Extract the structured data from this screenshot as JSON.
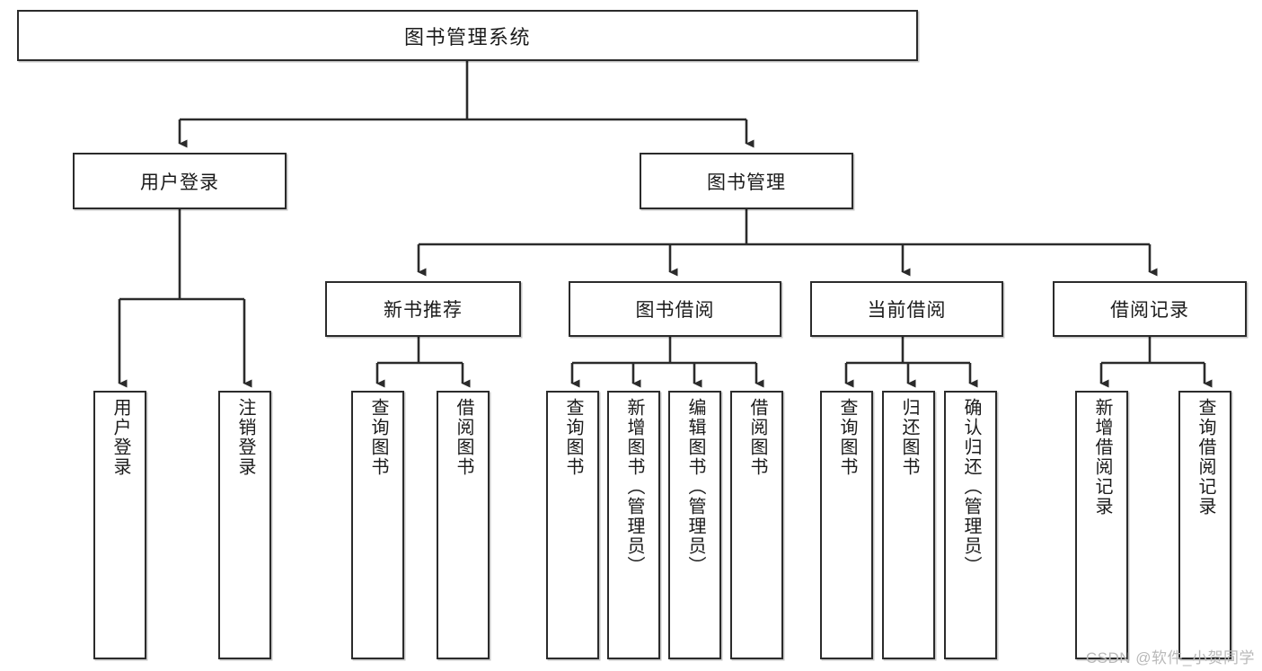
{
  "diagram": {
    "type": "tree",
    "title": "图书管理系统",
    "watermark": "CSDN @软件_小贺同学",
    "colors": {
      "stroke": "#2b2b2b",
      "fill": "#ffffff",
      "text": "#1b1b1b",
      "watermark": "#b9b9b9"
    },
    "root": {
      "label": "图书管理系统"
    },
    "level2": [
      {
        "id": "user-login",
        "label": "用户登录"
      },
      {
        "id": "book-management",
        "label": "图书管理"
      }
    ],
    "level3": [
      {
        "id": "new-book-recommend",
        "label": "新书推荐",
        "parent": "book-management"
      },
      {
        "id": "book-borrow",
        "label": "图书借阅",
        "parent": "book-management"
      },
      {
        "id": "current-borrow",
        "label": "当前借阅",
        "parent": "book-management"
      },
      {
        "id": "borrow-record",
        "label": "借阅记录",
        "parent": "book-management"
      }
    ],
    "leaves": {
      "user-login": [
        {
          "id": "leaf-user-login",
          "label": "用户登录"
        },
        {
          "id": "leaf-user-logout",
          "label": "注销登录"
        }
      ],
      "new-book-recommend": [
        {
          "id": "leaf-query-book-1",
          "label": "查询图书"
        },
        {
          "id": "leaf-borrow-book-1",
          "label": "借阅图书"
        }
      ],
      "book-borrow": [
        {
          "id": "leaf-query-book-2",
          "label": "查询图书"
        },
        {
          "id": "leaf-add-book",
          "label": "新增图书（管理员）"
        },
        {
          "id": "leaf-edit-book",
          "label": "编辑图书（管理员）"
        },
        {
          "id": "leaf-borrow-book-2",
          "label": "借阅图书"
        }
      ],
      "current-borrow": [
        {
          "id": "leaf-query-book-3",
          "label": "查询图书"
        },
        {
          "id": "leaf-return-book",
          "label": "归还图书"
        },
        {
          "id": "leaf-confirm-return",
          "label": "确认归还（管理员）"
        }
      ],
      "borrow-record": [
        {
          "id": "leaf-add-record",
          "label": "新增借阅记录"
        },
        {
          "id": "leaf-query-record",
          "label": "查询借阅记录"
        }
      ]
    }
  }
}
